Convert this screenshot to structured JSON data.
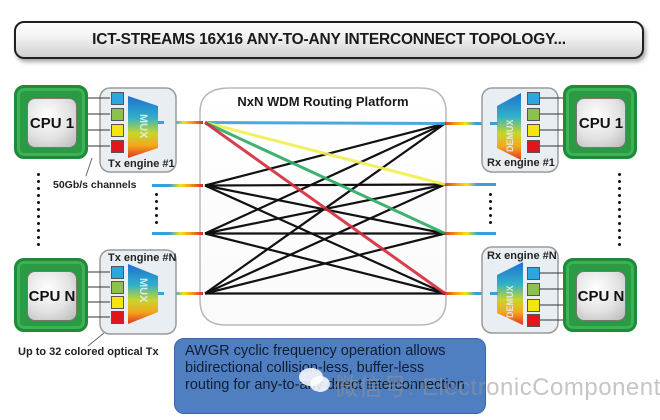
{
  "title": "ICT-STREAMS 16X16 ANY-TO-ANY INTERCONNECT TOPOLOGY...",
  "routing_platform": {
    "label": "NxN WDM Routing Platform"
  },
  "transmit_side": {
    "cpus": [
      {
        "label": "CPU 1"
      },
      {
        "label": "CPU N"
      }
    ],
    "engines": [
      {
        "label": "Tx engine #1",
        "mux_label": "MUX"
      },
      {
        "label": "Tx engine #N",
        "mux_label": "MUX"
      }
    ]
  },
  "receive_side": {
    "cpus": [
      {
        "label": "CPU 1"
      },
      {
        "label": "CPU N"
      }
    ],
    "engines": [
      {
        "label": "Rx engine #1",
        "demux_label": "DEMUX"
      },
      {
        "label": "Rx engine #N",
        "demux_label": "DEMUX"
      }
    ]
  },
  "channel_colors": [
    "#2aa6e0",
    "#8cc152",
    "#f5e50f",
    "#e0161b"
  ],
  "route_colors": {
    "blue": "#3aa0d8",
    "yellow": "#f0ee50",
    "green": "#2aa860",
    "red": "#d42a3a",
    "mesh": "#111111"
  },
  "annotations": {
    "channels": "50Gb/s channels",
    "optical_tx": "Up to 32 colored optical Tx"
  },
  "note": {
    "lines": [
      "AWGR cyclic frequency operation allows",
      "bidirectional collision-less, buffer-less",
      "routing for any-to-any direct interconnection"
    ]
  },
  "watermark": "微信号: ElectronicComponent"
}
